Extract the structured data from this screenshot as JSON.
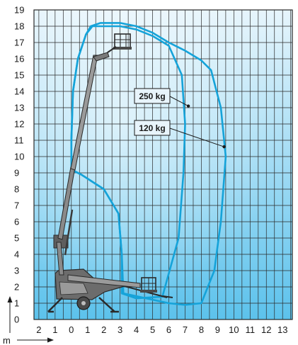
{
  "chart_data": {
    "type": "line",
    "x_ticks": [
      "2",
      "1",
      "0",
      "1",
      "2",
      "3",
      "4",
      "5",
      "6",
      "7",
      "8",
      "9",
      "10",
      "11",
      "12",
      "13"
    ],
    "y_ticks": [
      "0",
      "1",
      "2",
      "3",
      "4",
      "5",
      "6",
      "7",
      "8",
      "9",
      "10",
      "11",
      "12",
      "13",
      "14",
      "15",
      "16",
      "17",
      "18",
      "19"
    ],
    "xlim": [
      -2,
      13
    ],
    "ylim": [
      0,
      19
    ],
    "grid": true,
    "unit_label": "m",
    "series": [
      {
        "name": "250 kg",
        "x": [
          1.3,
          2.0,
          3.0,
          4.0,
          5.0,
          6.0,
          6.8,
          7.0,
          6.9,
          6.6,
          5.6,
          4.0,
          3.1,
          3.1,
          2.9,
          2.0,
          0.6,
          0.0,
          0.0,
          0.1,
          0.4,
          0.9,
          1.3
        ],
        "y": [
          18.0,
          18.0,
          18.0,
          17.8,
          17.4,
          16.8,
          15.0,
          12.0,
          9.0,
          5.0,
          1.4,
          1.3,
          1.6,
          4.0,
          6.5,
          8.0,
          8.9,
          9.2,
          11.0,
          14.0,
          16.0,
          17.5,
          18.0
        ],
        "label_value": [
          7.2,
          13.1
        ]
      },
      {
        "name": "120 kg",
        "x": [
          1.2,
          1.8,
          3.0,
          4.0,
          5.0,
          6.0,
          7.0,
          8.0,
          8.6,
          9.2,
          9.5,
          9.2,
          8.8,
          8.0,
          7.0,
          6.0,
          3.2,
          3.1,
          2.9,
          2.0,
          0.6,
          0.0,
          0.0,
          0.1,
          0.4,
          0.9,
          1.2
        ],
        "y": [
          18.0,
          18.2,
          18.2,
          18.0,
          17.6,
          17.0,
          16.5,
          15.9,
          15.3,
          13.0,
          10.0,
          6.0,
          3.0,
          1.0,
          0.9,
          1.0,
          1.6,
          4.0,
          6.5,
          8.0,
          8.9,
          9.2,
          11.0,
          14.0,
          16.0,
          17.5,
          18.0
        ],
        "label_value": [
          9.4,
          10.6
        ]
      }
    ]
  },
  "colors": {
    "grid": "#2a2a2a",
    "envelope": "#15a3d9",
    "fill_top": "#e7f5fc",
    "fill_bottom": "#5cc2ec",
    "machine": "#3a3a3a",
    "tag_bg": "#e8f4fb"
  }
}
